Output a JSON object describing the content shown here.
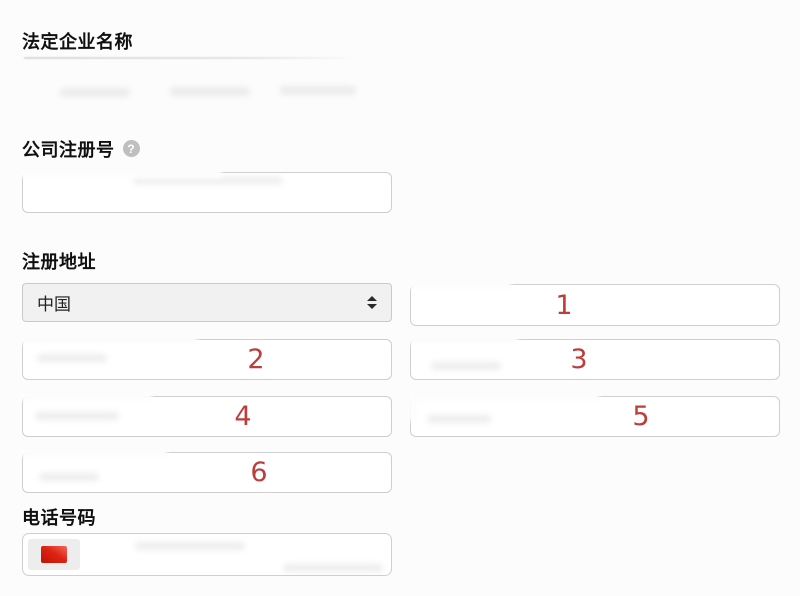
{
  "form": {
    "legal_name": {
      "label": "法定企业名称"
    },
    "company_reg_no": {
      "label": "公司注册号",
      "help_icon": "question-mark-icon",
      "help_glyph": "?"
    },
    "registered_address": {
      "label": "注册地址",
      "country_select": {
        "selected": "中国",
        "icon": "select-stepper-icon"
      },
      "inputs": [
        {
          "annotation": "1"
        },
        {
          "annotation": "2"
        },
        {
          "annotation": "3"
        },
        {
          "annotation": "4"
        },
        {
          "annotation": "5"
        },
        {
          "annotation": "6"
        }
      ]
    },
    "phone": {
      "label": "电话号码",
      "flag_icon": "china-flag-icon"
    }
  },
  "colors": {
    "annotation_red": "#bb3e3a",
    "flag_red": "#dd2414",
    "label_black": "#101010",
    "select_bg": "#f1f1f1",
    "input_border": "#cfcfcf"
  }
}
